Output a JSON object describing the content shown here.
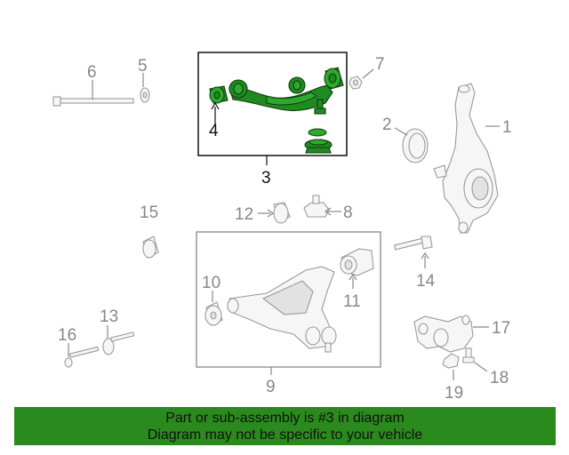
{
  "diagram": {
    "colors": {
      "highlight": "#1f8a1f",
      "part_outline": "#9a9a9a",
      "callout_gray": "#888888",
      "banner": "#2a8a1d"
    },
    "callouts": {
      "c1": "1",
      "c2": "2",
      "c3": "3",
      "c4": "4",
      "c5": "5",
      "c6": "6",
      "c7": "7",
      "c8": "8",
      "c9": "9",
      "c10": "10",
      "c11": "11",
      "c12": "12",
      "c13": "13",
      "c14": "14",
      "c15": "15",
      "c16": "16",
      "c17": "17",
      "c18": "18",
      "c19": "19"
    },
    "highlighted_part": "3"
  },
  "banner": {
    "line1": "Part or sub-assembly is #3 in diagram",
    "line2": "Diagram may not be specific to your vehicle"
  }
}
